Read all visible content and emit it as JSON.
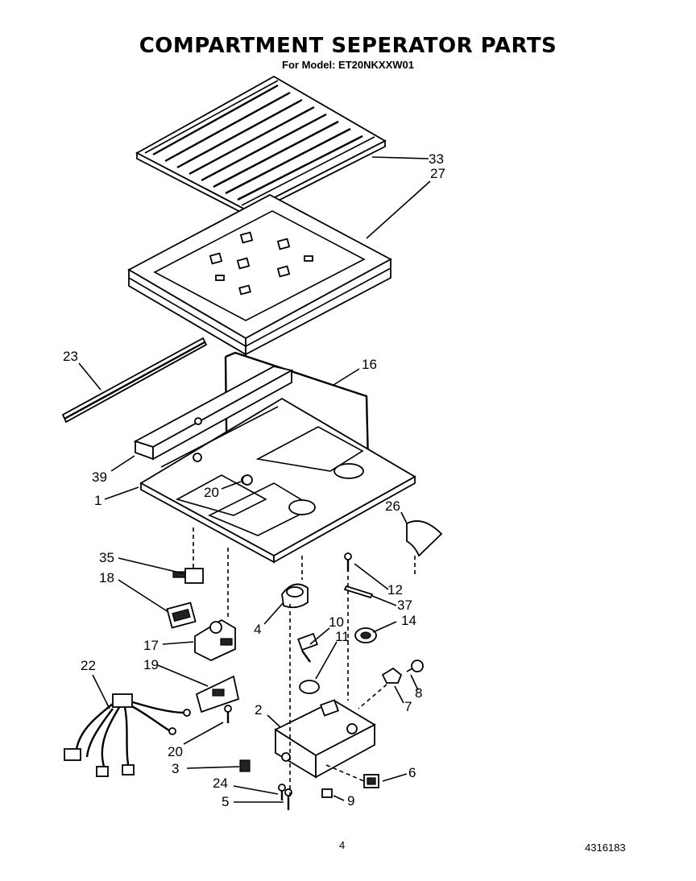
{
  "header": {
    "title": "COMPARTMENT SEPERATOR PARTS",
    "subtitle": "For Model: ET20NKXXW01"
  },
  "callouts": [
    "33",
    "27",
    "23",
    "16",
    "39",
    "20",
    "1",
    "26",
    "35",
    "18",
    "12",
    "37",
    "4",
    "10",
    "14",
    "11",
    "17",
    "19",
    "22",
    "8",
    "7",
    "2",
    "20",
    "3",
    "6",
    "24",
    "9",
    "5"
  ],
  "footer": {
    "page_number": "4",
    "document_number": "4316183"
  }
}
